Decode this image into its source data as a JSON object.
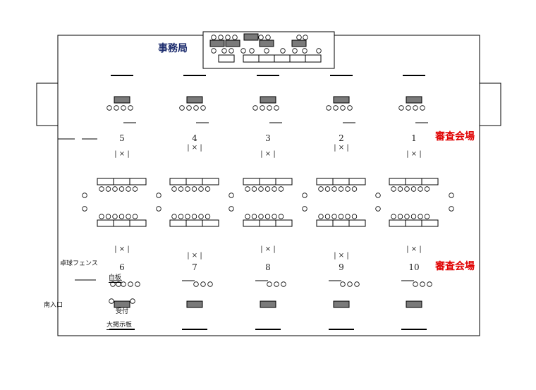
{
  "labels": {
    "office": "事務局",
    "judging_area": "審査会場",
    "south_entrance": "南入口",
    "table_tennis_fence": "卓球フェンス",
    "whiteboard": "白板",
    "reception": "受付",
    "bulletin_board": "大掲示板"
  },
  "courts": {
    "top_numbers": [
      "5",
      "4",
      "3",
      "2",
      "1"
    ],
    "bottom_numbers": [
      "6",
      "7",
      "8",
      "9",
      "10"
    ],
    "separator_mark": "| × |"
  },
  "colors": {
    "office_label": "#1a2a6c",
    "judging_label": "#e00000",
    "desk_fill": "#7a7a7a"
  }
}
